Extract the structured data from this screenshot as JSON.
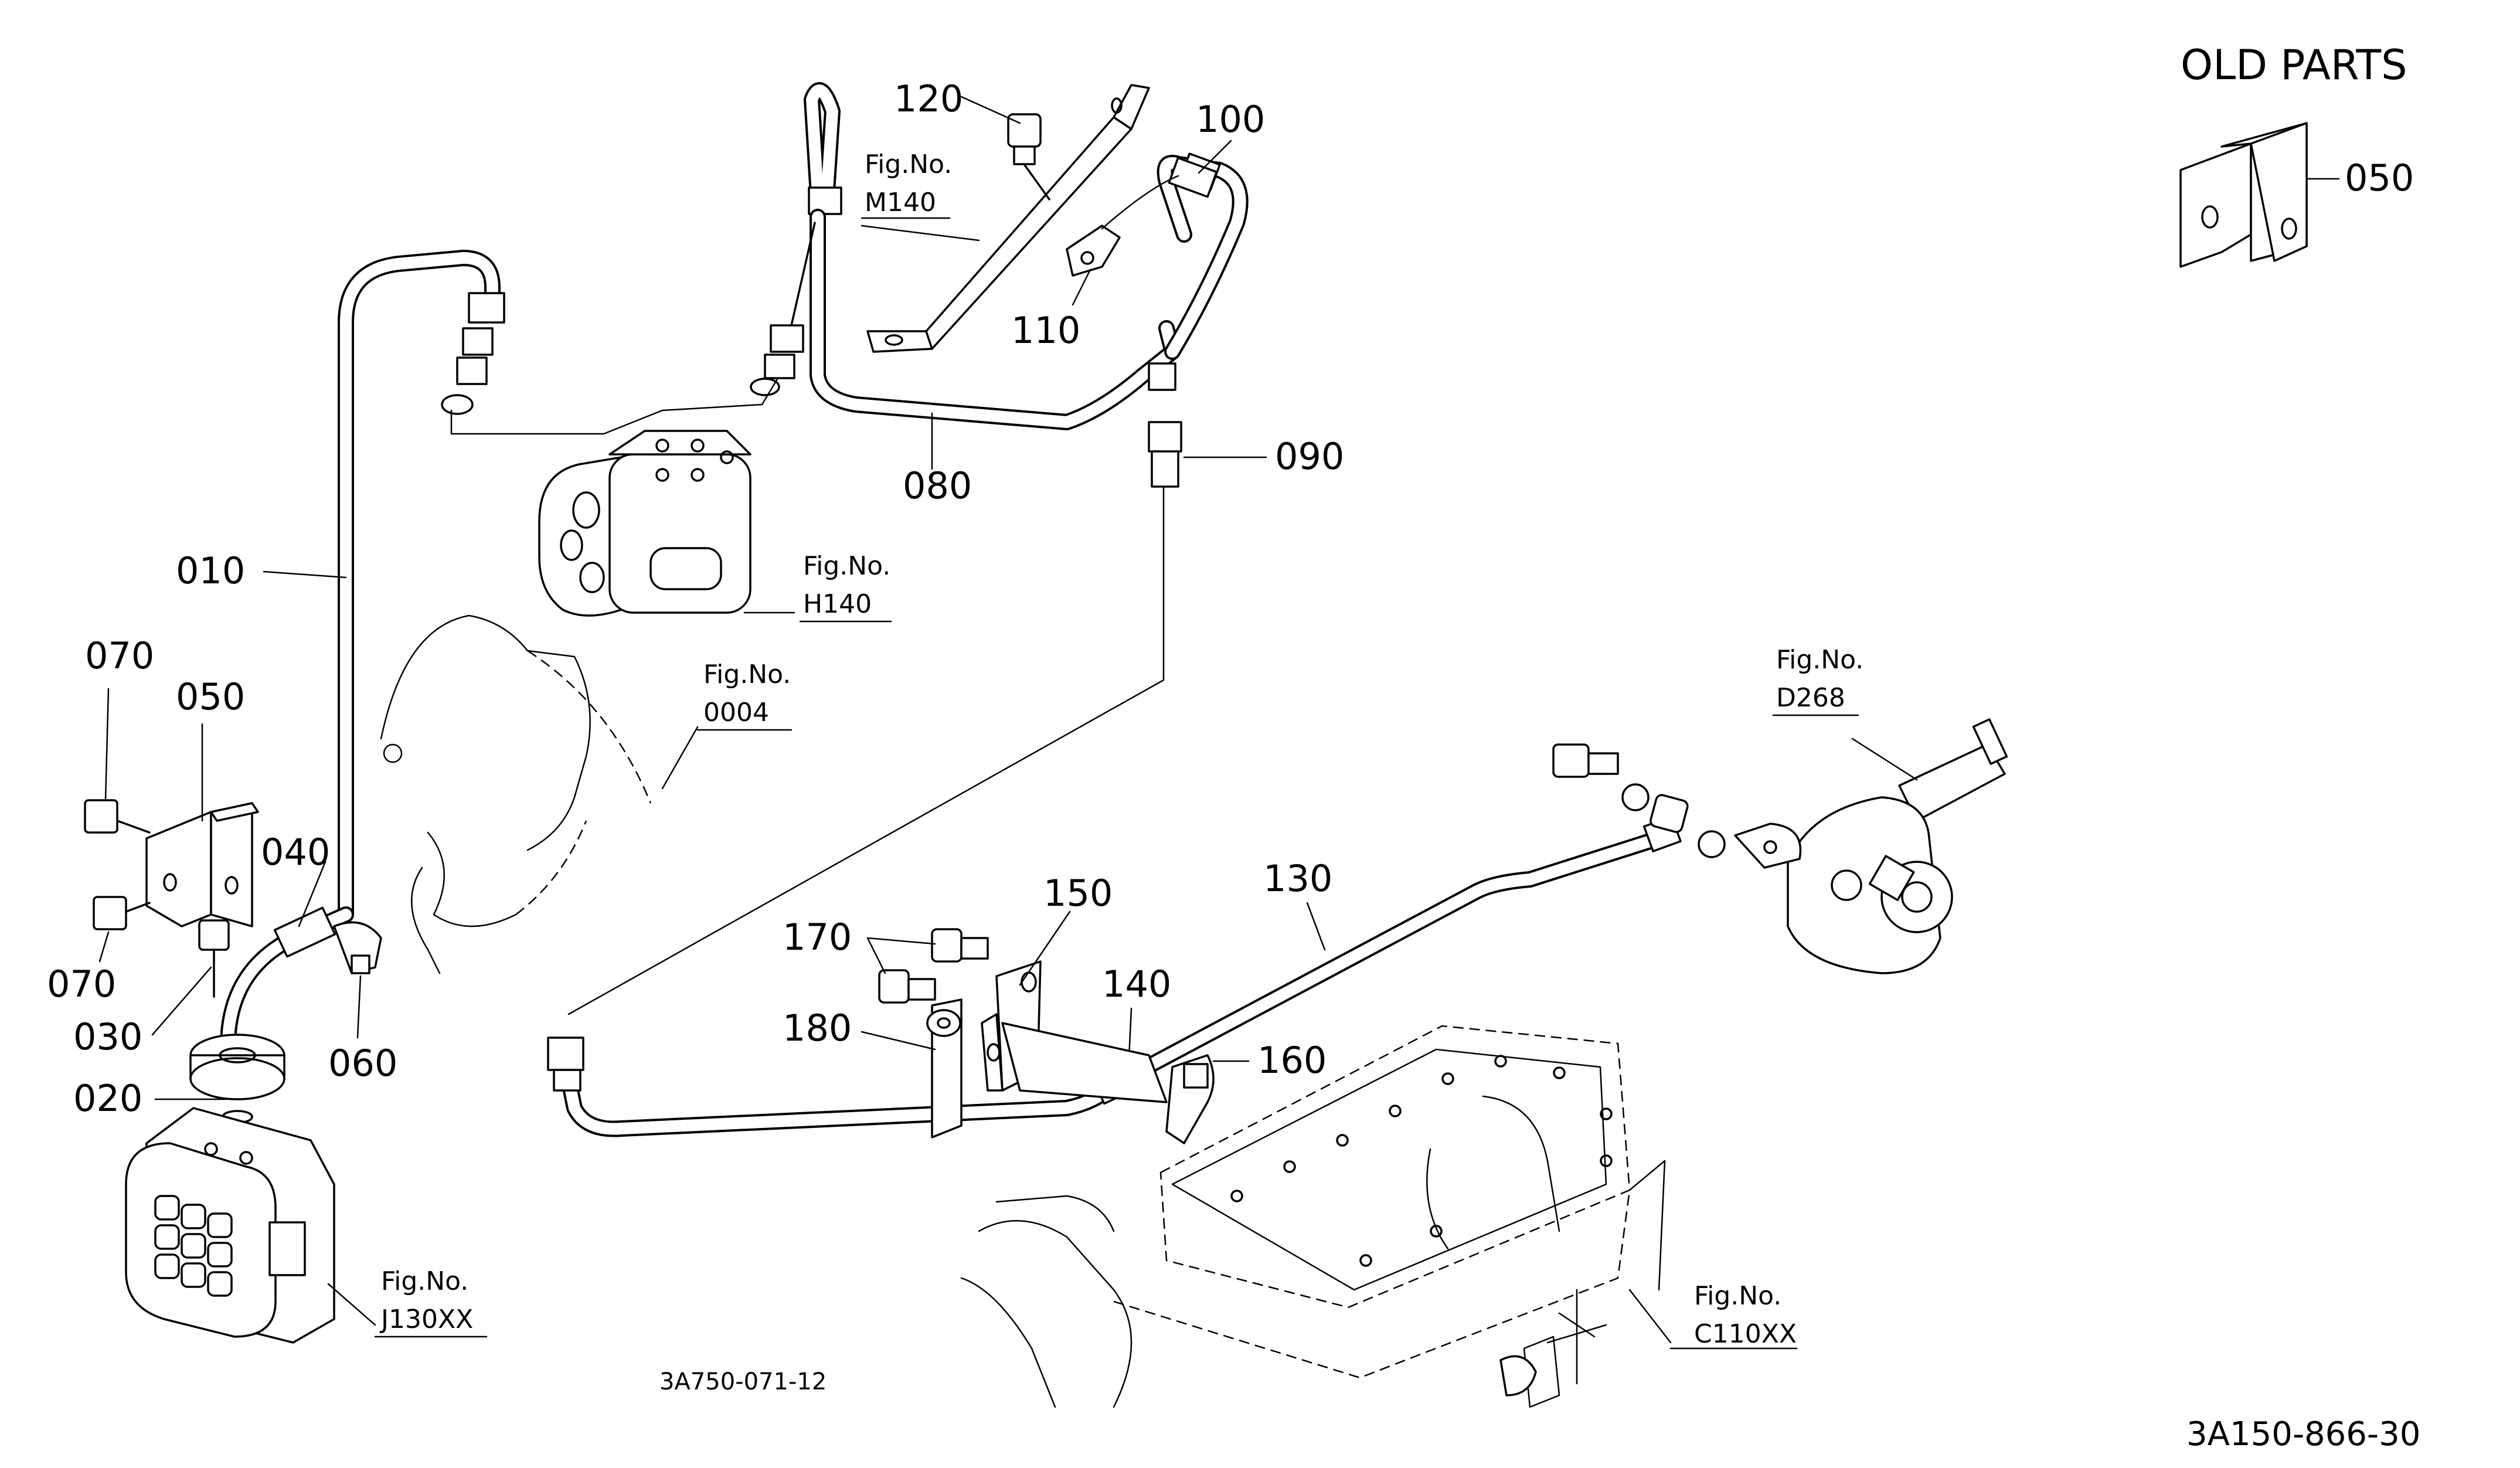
{
  "diagram": {
    "title": "OLD PARTS",
    "drawing_code": "3A150-866-30",
    "sub_code": "3A750-071-12",
    "part_labels": {
      "p010": "010",
      "p020": "020",
      "p030": "030",
      "p040": "040",
      "p050_left": "050",
      "p050_old": "050",
      "p060": "060",
      "p070_top": "070",
      "p070_bottom": "070",
      "p080": "080",
      "p090": "090",
      "p100": "100",
      "p110": "110",
      "p120": "120",
      "p130": "130",
      "p140": "140",
      "p150": "150",
      "p160": "160",
      "p170": "170",
      "p180": "180"
    },
    "figure_refs": {
      "m140": {
        "prefix": "Fig.No.",
        "code": "M140"
      },
      "h140": {
        "prefix": "Fig.No.",
        "code": "H140"
      },
      "f0004": {
        "prefix": "Fig.No.",
        "code": "0004"
      },
      "d268": {
        "prefix": "Fig.No.",
        "code": "D268"
      },
      "j130xx": {
        "prefix": "Fig.No.",
        "code": "J130XX"
      },
      "c110xx": {
        "prefix": "Fig.No.",
        "code": "C110XX"
      }
    }
  }
}
